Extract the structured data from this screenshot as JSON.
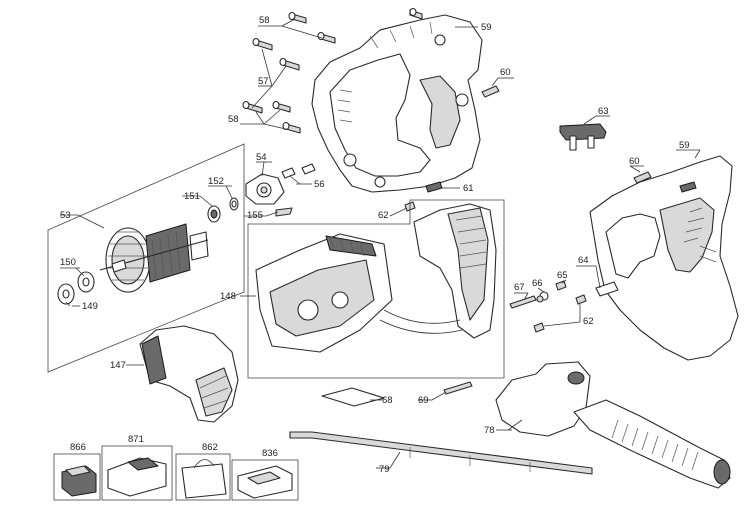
{
  "labels": {
    "p53": "53",
    "p54": "54",
    "p56": "56",
    "p57": "57",
    "p58a": "58",
    "p58b": "58",
    "p59a": "59",
    "p59b": "59",
    "p60a": "60",
    "p60b": "60",
    "p61": "61",
    "p62a": "62",
    "p62b": "62",
    "p63": "63",
    "p64": "64",
    "p65": "65",
    "p66": "66",
    "p67": "67",
    "p68": "68",
    "p69": "69",
    "p78": "78",
    "p79": "79",
    "p147": "147",
    "p148": "148",
    "p149": "149",
    "p150": "150",
    "p151": "151",
    "p152": "152",
    "p155": "155",
    "p836": "836",
    "p862": "862",
    "p866": "866",
    "p871": "871"
  }
}
